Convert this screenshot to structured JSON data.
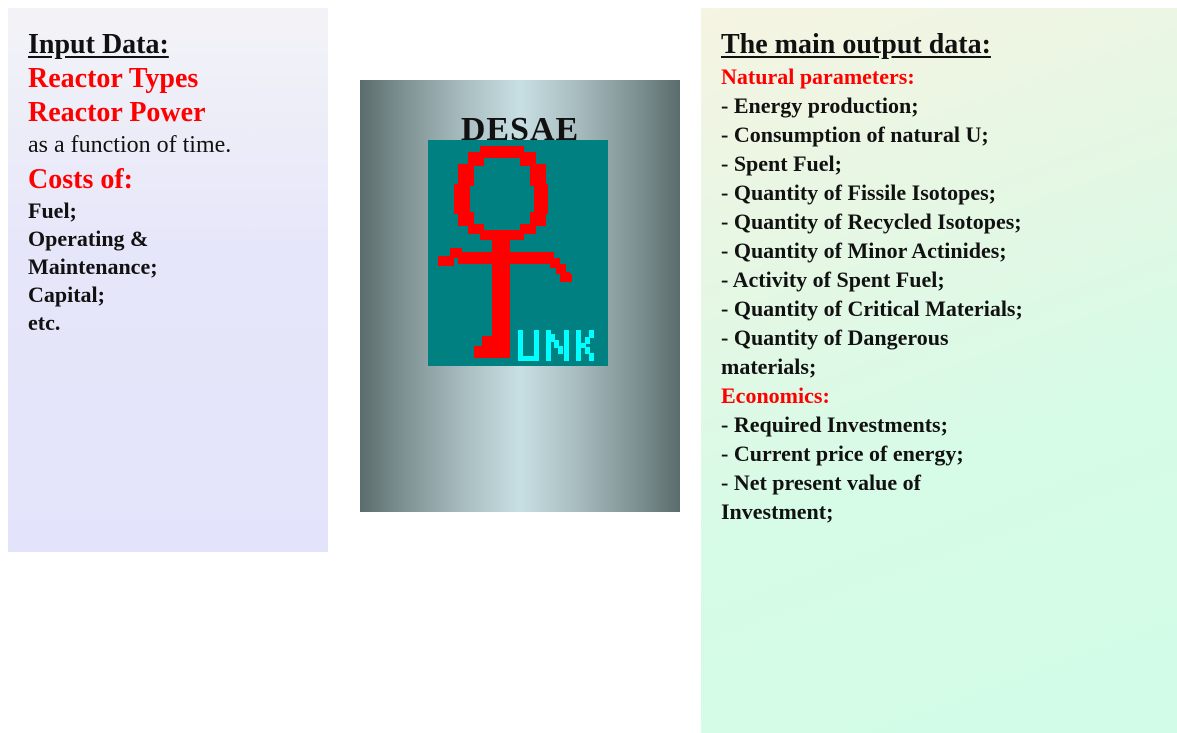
{
  "input_panel": {
    "title": "Input Data:",
    "heading_types": "Reactor Types",
    "heading_power": "Reactor Power",
    "power_note": "as a function of time.",
    "costs_heading": "Costs of:",
    "cost_items": [
      "Fuel;",
      "Operating &",
      "Maintenance;",
      "Capital;",
      "etc."
    ]
  },
  "center_panel": {
    "title": "DESAE",
    "logo_label": "UNK",
    "colors": {
      "logo_background": "#008080",
      "logo_figure": "#ff0000",
      "logo_text": "#00ffff"
    }
  },
  "output_panel": {
    "title": "The main output data:",
    "natural_heading": "Natural parameters:",
    "natural_items": [
      "- Energy production;",
      "- Consumption of natural U;",
      "- Spent Fuel;",
      "- Quantity of Fissile Isotopes;",
      "- Quantity of Recycled Isotopes;",
      "- Quantity of Minor Actinides;",
      "- Activity of Spent Fuel;",
      "- Quantity of Critical Materials;",
      "- Quantity of Dangerous",
      "materials;"
    ],
    "economics_heading": "Economics:",
    "economics_items": [
      "- Required Investments;",
      "- Current price of energy;",
      "- Net present value of",
      "Investment;"
    ]
  },
  "colors": {
    "accent_red": "#ff0000",
    "text": "#111111"
  }
}
